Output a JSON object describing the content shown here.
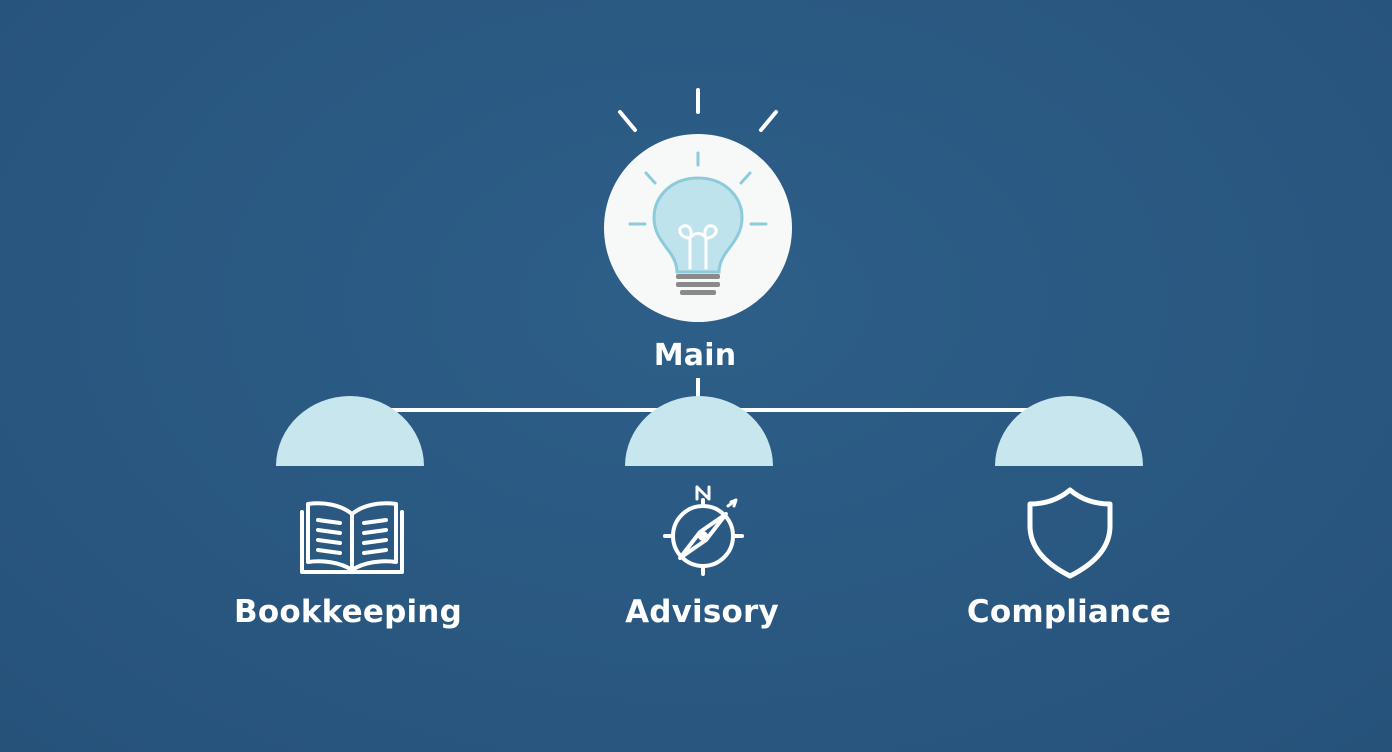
{
  "main_node": {
    "label": "Main",
    "icon": "lightbulb-icon"
  },
  "branches": [
    {
      "label": "Bookkeeping",
      "icon": "open-book-icon"
    },
    {
      "label": "Advisory",
      "icon": "compass-icon"
    },
    {
      "label": "Compliance",
      "icon": "shield-icon"
    }
  ],
  "colors": {
    "background": "#295780",
    "connector": "#ffffff",
    "node_fill": "#c8e6ee",
    "bulb_fill": "#bfe3ec",
    "bulb_outline": "#8ccbdc",
    "bulb_base": "#8a8a8a",
    "icon_stroke": "#ffffff",
    "text": "#ffffff"
  }
}
